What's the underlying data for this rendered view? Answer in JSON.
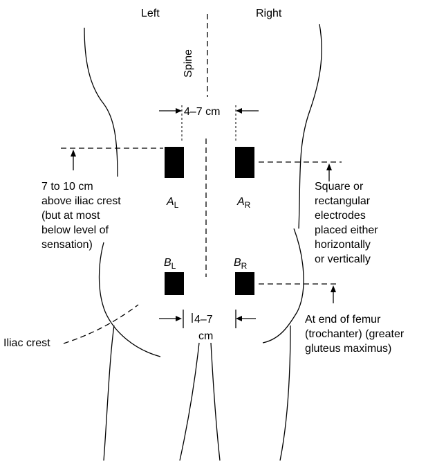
{
  "labels": {
    "left": "Left",
    "right": "Right",
    "spine": "Spine",
    "top_spacing": "4–7 cm",
    "bottom_spacing_value": "4–7",
    "bottom_spacing_unit": "cm",
    "left_note": [
      "7 to 10 cm",
      "above iliac crest",
      "(but at most",
      "below level of",
      "sensation)"
    ],
    "right_note": [
      "Square or",
      "rectangular",
      "electrodes",
      "placed either",
      "horizontally",
      "or vertically"
    ],
    "femur_note": [
      "At end of femur",
      "(trochanter) (greater",
      "gluteus maximus)"
    ],
    "iliac_crest": "Iliac crest"
  },
  "electrodes": [
    {
      "id": "AL",
      "letter": "A",
      "sub": "L"
    },
    {
      "id": "AR",
      "letter": "A",
      "sub": "R"
    },
    {
      "id": "BL",
      "letter": "B",
      "sub": "L"
    },
    {
      "id": "BR",
      "letter": "B",
      "sub": "R"
    }
  ]
}
